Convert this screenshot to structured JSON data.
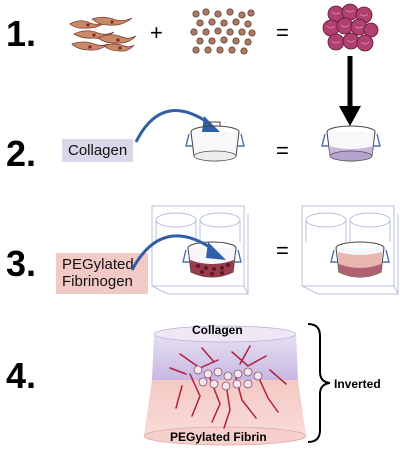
{
  "steps": {
    "s1": "1.",
    "s2": "2.",
    "s3": "3.",
    "s4": "4."
  },
  "operators": {
    "plus": "+",
    "equals": "="
  },
  "labels": {
    "collagen": "Collagen",
    "pegylated_fibrinogen": "PEGylated Fibrinogen",
    "gel_top": "Collagen",
    "gel_bottom": "PEGylated Fibrin",
    "inverted": "Inverted"
  },
  "colors": {
    "collagen_fill": "#dcd6ea",
    "peg_fill": "#f2c9c4",
    "cell_red": "#b02040",
    "bead_brown": "#8a5a48",
    "spheroid": "#b04070"
  }
}
